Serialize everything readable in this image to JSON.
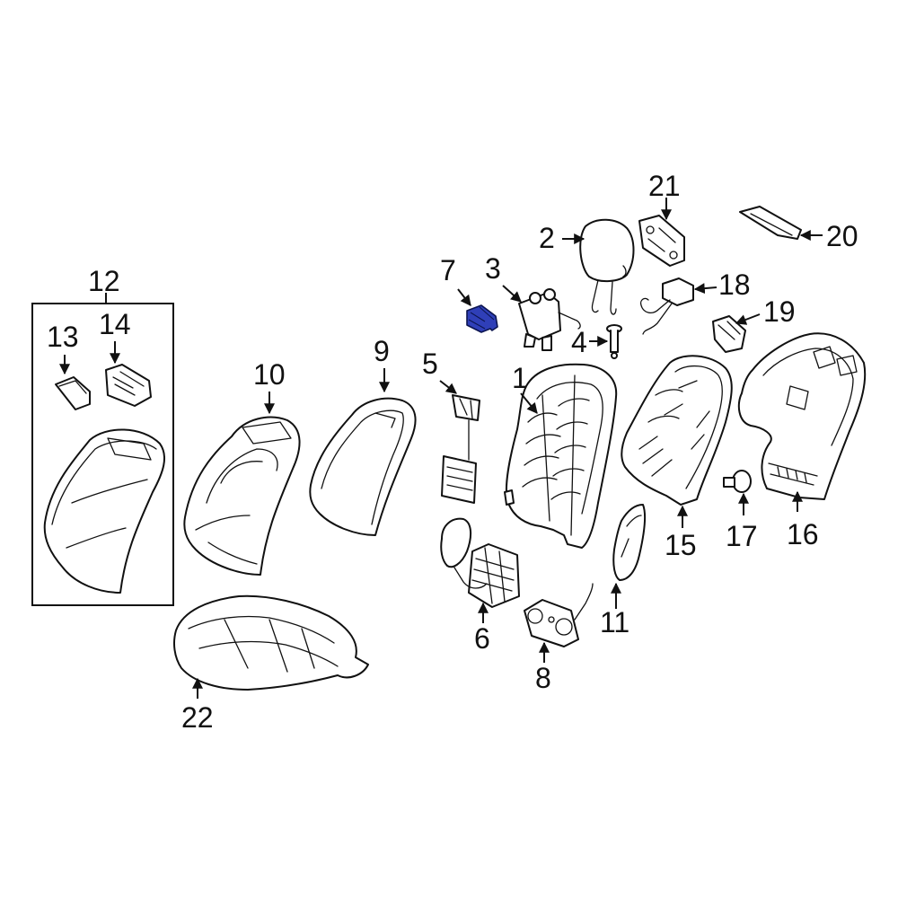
{
  "diagram": {
    "highlight_color": "#2f3fb8",
    "highlighted_part": "7",
    "callouts": [
      "1",
      "2",
      "3",
      "4",
      "5",
      "6",
      "7",
      "8",
      "9",
      "10",
      "11",
      "12",
      "13",
      "14",
      "15",
      "16",
      "17",
      "18",
      "19",
      "20",
      "21",
      "22"
    ]
  }
}
